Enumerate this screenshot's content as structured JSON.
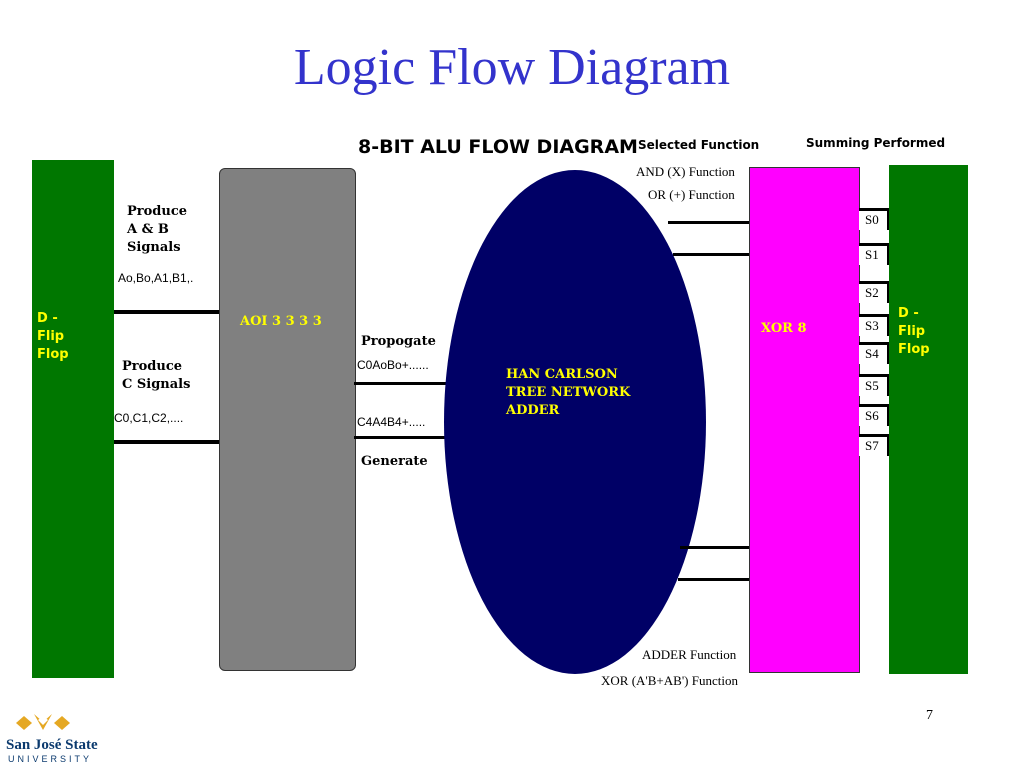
{
  "slide": {
    "title": "Logic Flow Diagram",
    "page_number": "7"
  },
  "diagram": {
    "title": "8-BIT ALU FLOW DIAGRAM",
    "headers": {
      "selected_function": "Selected Function",
      "summing_performed": "Summing Performed"
    },
    "dff_left": {
      "label": "D -\nFlip\nFlop"
    },
    "dff_right": {
      "label": "D -\nFlip\nFlop"
    },
    "ab_signals": {
      "label": "Produce\nA & B\nSignals",
      "values": "Ao,Bo,A1,B1,."
    },
    "c_signals": {
      "label": "Produce\nC Signals",
      "values": "C0,C1,C2,...."
    },
    "aoi": {
      "label": "AOI 3 3 3 3"
    },
    "propagate": {
      "label": "Propogate",
      "values": "C0AoBo+......"
    },
    "generate": {
      "label": "Generate",
      "values": "C4A4B4+....."
    },
    "adder": {
      "label": "HAN CARLSON\nTREE NETWORK\nADDER"
    },
    "xor": {
      "label": "XOR 8"
    },
    "functions": {
      "and": "AND (X) Function",
      "or": "OR (+) Function",
      "adder": "ADDER Function",
      "xor": "XOR (A'B+AB') Function"
    },
    "sum_outputs": [
      "S0",
      "S1",
      "S2",
      "S3",
      "S4",
      "S5",
      "S6",
      "S7"
    ],
    "colors": {
      "flip_flop": "#007700",
      "aoi": "#808080",
      "adder": "#000066",
      "xor": "#ff00ff",
      "block_text": "#ffff00",
      "title": "#3333cc"
    }
  },
  "logo": {
    "name": "San José State",
    "sub": "UNIVERSITY"
  }
}
